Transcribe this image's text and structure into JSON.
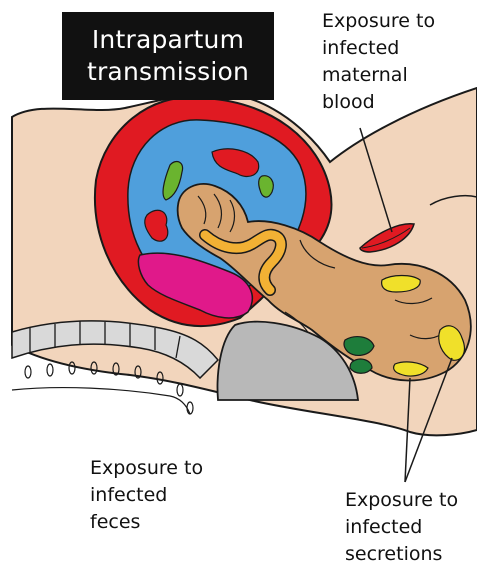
{
  "title": {
    "line1": "Intrapartum",
    "line2": "transmission"
  },
  "labels": {
    "blood": [
      "Exposure to",
      "infected",
      "maternal",
      "blood"
    ],
    "feces": [
      "Exposure to",
      "infected",
      "feces"
    ],
    "secretions": [
      "Exposure to",
      "infected",
      "secretions"
    ]
  },
  "colors": {
    "skin": "#f2d5bc",
    "uterus_wall": "#e01a22",
    "fluid": "#4f9fdc",
    "fetus": "#d7a36f",
    "placenta": "#e0198a",
    "cord": "#f2b134",
    "green": "#6ab42f",
    "yellow": "#f0e02a",
    "dark_green": "#1e7d3b",
    "grey": "#b8b8b8"
  }
}
